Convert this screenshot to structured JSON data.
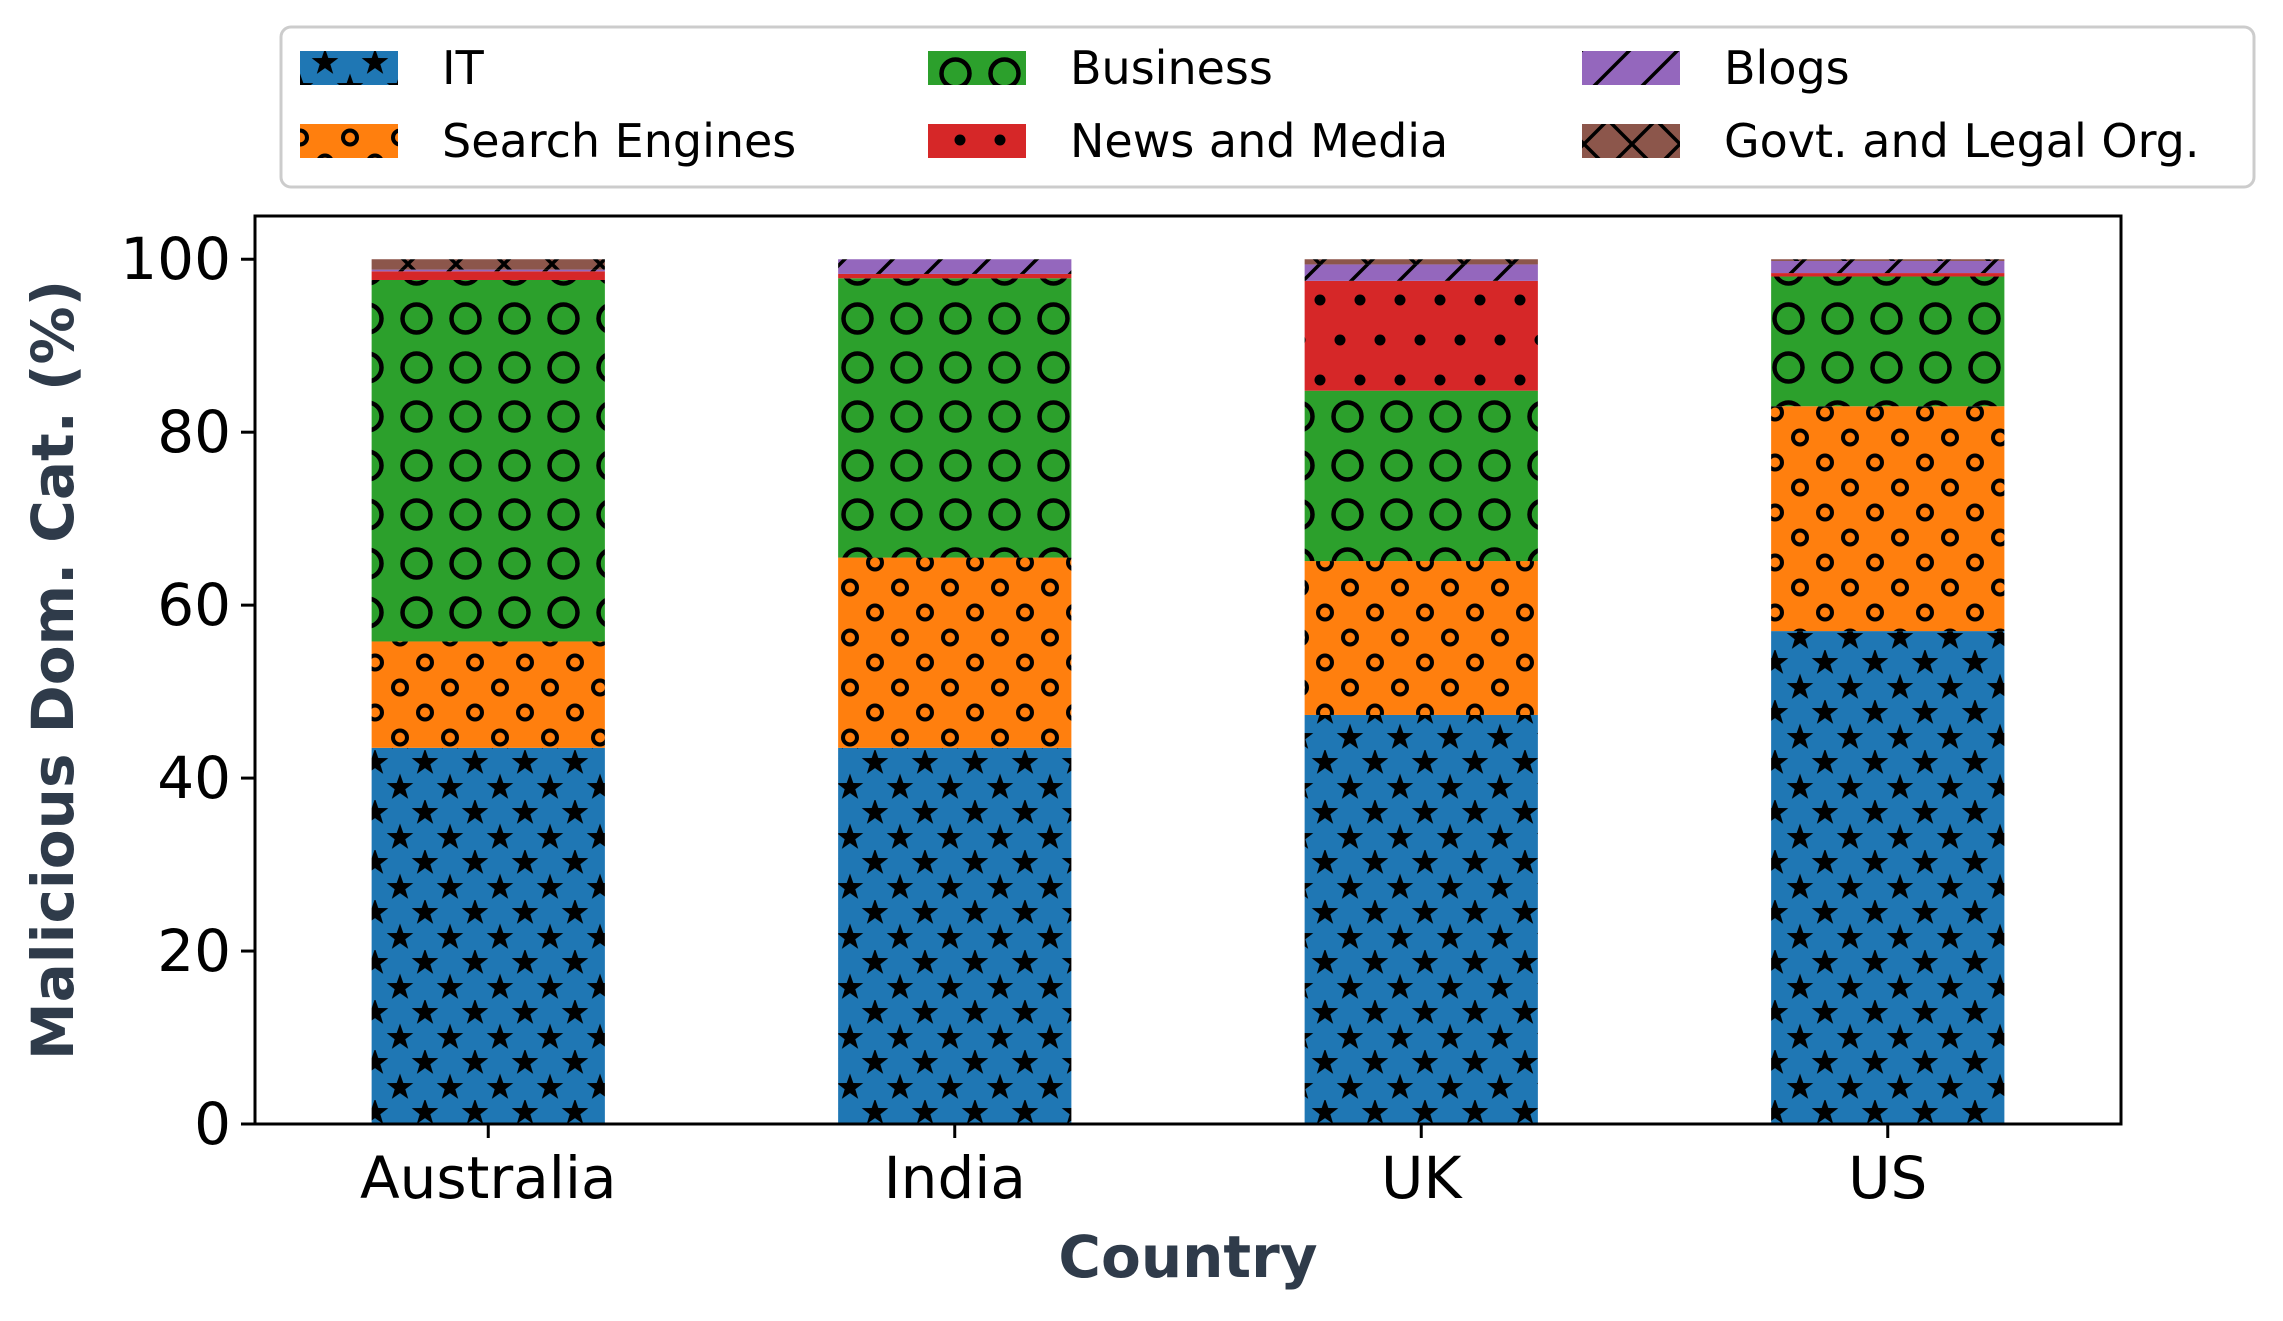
{
  "chart_data": {
    "type": "bar",
    "stacked": true,
    "xlabel": "Country",
    "ylabel": "Malicious Dom. Cat. (%)",
    "categories": [
      "Australia",
      "India",
      "UK",
      "US"
    ],
    "ylim": [
      0,
      105
    ],
    "yticks": [
      "0",
      "20",
      "40",
      "60",
      "80",
      "100"
    ],
    "grid": false,
    "legend_position": "top",
    "series": [
      {
        "name": "IT",
        "color": "#1f77b4",
        "pattern": "stars",
        "values": [
          43.5,
          43.5,
          47.3,
          57.0
        ]
      },
      {
        "name": "Search Engines",
        "color": "#ff7f0e",
        "pattern": "small-circles",
        "values": [
          12.3,
          22.0,
          17.8,
          26.0
        ]
      },
      {
        "name": "Business",
        "color": "#2ca02c",
        "pattern": "large-circles",
        "values": [
          41.8,
          32.3,
          19.7,
          15.0
        ]
      },
      {
        "name": "News and Media",
        "color": "#d62728",
        "pattern": "dots",
        "values": [
          1.0,
          0.5,
          12.7,
          0.4
        ]
      },
      {
        "name": "Blogs",
        "color": "#9467bd",
        "pattern": "diagonal-lines",
        "values": [
          0.2,
          1.7,
          1.9,
          1.4
        ]
      },
      {
        "name": "Govt. and Legal Org.",
        "color": "#8c564b",
        "pattern": "crosses",
        "values": [
          1.2,
          0.0,
          0.6,
          0.2
        ]
      }
    ]
  }
}
